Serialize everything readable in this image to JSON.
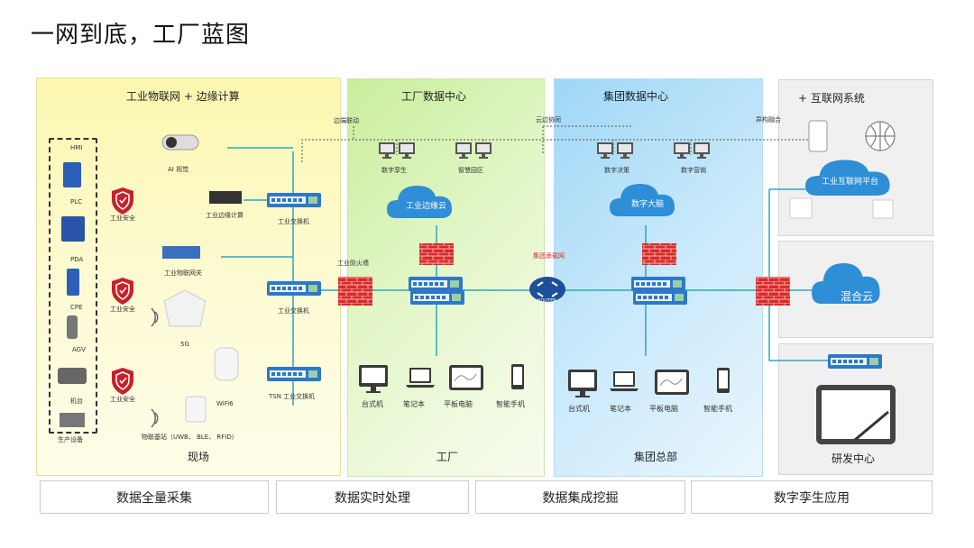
{
  "page": {
    "title": "一网到底，工厂蓝图"
  },
  "field": {
    "zone_title": "工业物联网 + 边缘计算",
    "footer": "现场",
    "devices": {
      "hmi": "HMI",
      "plc": "PLC",
      "pda": "PDA",
      "cpe": "CPE",
      "agv": "AGV",
      "machine": "机台",
      "production": "生产设备"
    },
    "ai_vision": "AI 视觉",
    "edge_compute": "工业边缘计算",
    "iot_gateway": "工业物联网关",
    "five_g": "5G",
    "wifi6": "WiFi6",
    "iot_base": "物联基站（UWB、 BLE、 RFID）",
    "security": [
      "工业安全",
      "工业安全",
      "工业安全"
    ],
    "switches": [
      "工业交换机",
      "工业交换机",
      "TSN 工业交换机"
    ]
  },
  "factory": {
    "zone_title": "工厂数据中心",
    "footer": "工厂",
    "edge_link": "边端联动",
    "firewall": "工业防火墙",
    "twin": "数字孪生",
    "park": "智慧园区",
    "cloud": "工业边缘云",
    "endpoints": [
      "台式机",
      "笔记本",
      "平板电脑",
      "智能手机"
    ]
  },
  "group": {
    "zone_title": "集团数据中心",
    "footer": "集团总部",
    "cloud_sync": "云边协同",
    "wan": "集团承载网",
    "router": "ROUTER",
    "decision": "数字决策",
    "marketing": "数字营销",
    "cloud": "数字大脑",
    "endpoints": [
      "台式机",
      "笔记本",
      "平板电脑",
      "智能手机"
    ]
  },
  "internet": {
    "zone_title": "+ 互联网系统",
    "hetero": "异构融合",
    "platform": "工业互联网平台",
    "hybrid": "混合云",
    "rd": "研发中心"
  },
  "bottom": [
    "数据全量采集",
    "数据实时处理",
    "数据集成挖掘",
    "数字孪生应用"
  ],
  "colors": {
    "line": "#2aa7c0",
    "firewall": "#d92a2a",
    "cloud": "#2e8ed6",
    "switch": "#2d78c8",
    "shield": "#c8202a"
  }
}
